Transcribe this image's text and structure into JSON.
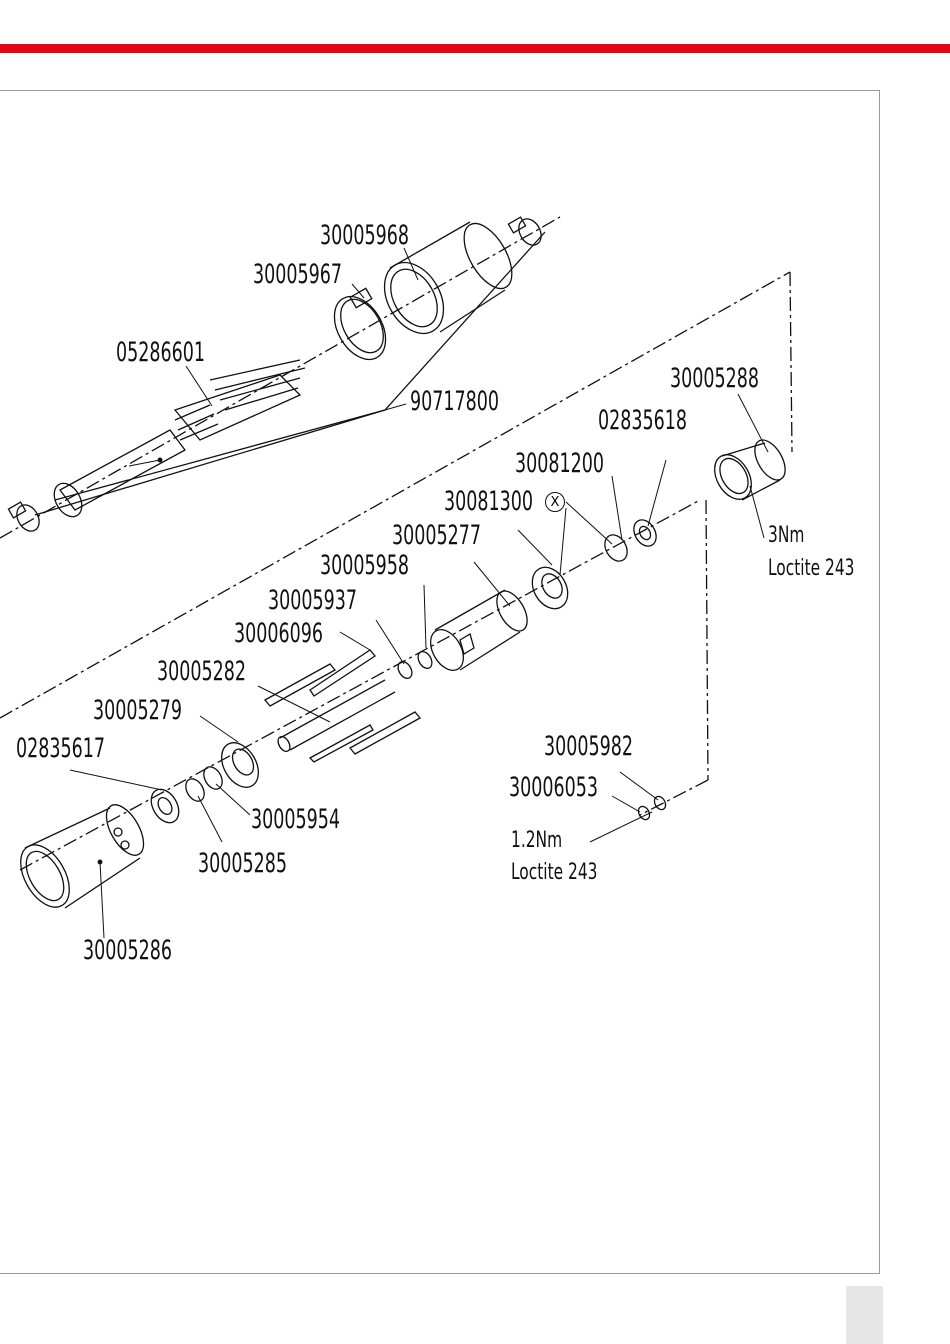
{
  "colors": {
    "accent": "#e30613",
    "frame": "#9a9a9a",
    "ink": "#111111"
  },
  "parts": {
    "p30005968": "30005968",
    "p30005967": "30005967",
    "p05286601": "05286601",
    "p90717800": "90717800",
    "p30005288": "30005288",
    "p02835618": "02835618",
    "p30081200": "30081200",
    "p30081300": "30081300",
    "p30005277": "30005277",
    "p30005958": "30005958",
    "p30005937": "30005937",
    "p30006096": "30006096",
    "p30005282": "30005282",
    "p30005279": "30005279",
    "p02835617": "02835617",
    "p30005954": "30005954",
    "p30005285": "30005285",
    "p30005286": "30005286",
    "p30005982": "30005982",
    "p30006053": "30006053"
  },
  "notes": {
    "torque_a": "3Nm",
    "loctite_a": "Loctite 243",
    "torque_b": "1.2Nm",
    "loctite_b": "Loctite 243",
    "marker": "X"
  }
}
